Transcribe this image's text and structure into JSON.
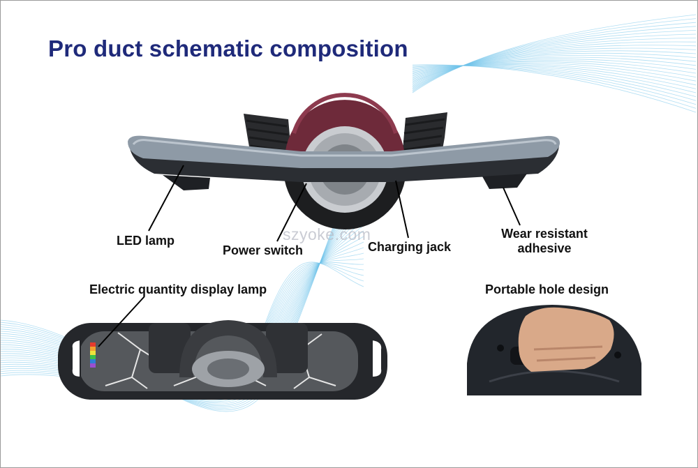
{
  "title": "Pro duct schematic composition",
  "labels": {
    "led_lamp": "LED lamp",
    "power_switch": "Power switch",
    "charging_jack": "Charging jack",
    "wear_resistant_line1": "Wear resistant",
    "wear_resistant_line2": "adhesive",
    "electric_quantity": "Electric quantity display lamp",
    "portable_hole": "Portable hole design"
  },
  "watermark": "szyoke.com",
  "colors": {
    "title": "#1f2a7a",
    "label": "#111111",
    "swirl": "#6fc3ea",
    "tire": "#6e2a3a",
    "board_rim": "#8e9aa6",
    "board_body": "#2b2e33"
  }
}
